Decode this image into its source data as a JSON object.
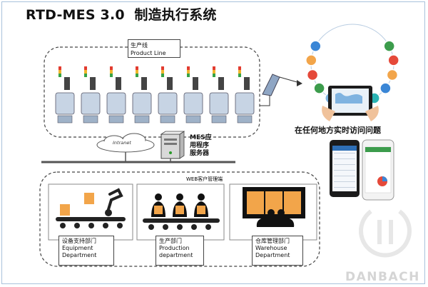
{
  "title": "RTD-MES 3.0  制造执行系统",
  "production_line": {
    "cn": "生产线",
    "en": "Product Line"
  },
  "mes_server": {
    "line1": "MES应",
    "line2": "用程序",
    "line3": "服务器"
  },
  "intranet": "Intranet",
  "web_client": "WEB客户管理端",
  "remote_access": "在任何地方实时访问问题",
  "departments": [
    {
      "cn": "设备支持部门",
      "en1": "Equipment",
      "en2": "Department"
    },
    {
      "cn": "生产部门",
      "en1": "Production",
      "en2": "department"
    },
    {
      "cn": "仓库管理部门",
      "en1": "Warehouse",
      "en2": "Department"
    }
  ],
  "brand": "DANBACH",
  "colors": {
    "border": "#a9c2dc",
    "machine": "#c7d4e4",
    "accent_blue": "#3a86d6",
    "box_orange": "#f2a54a"
  }
}
